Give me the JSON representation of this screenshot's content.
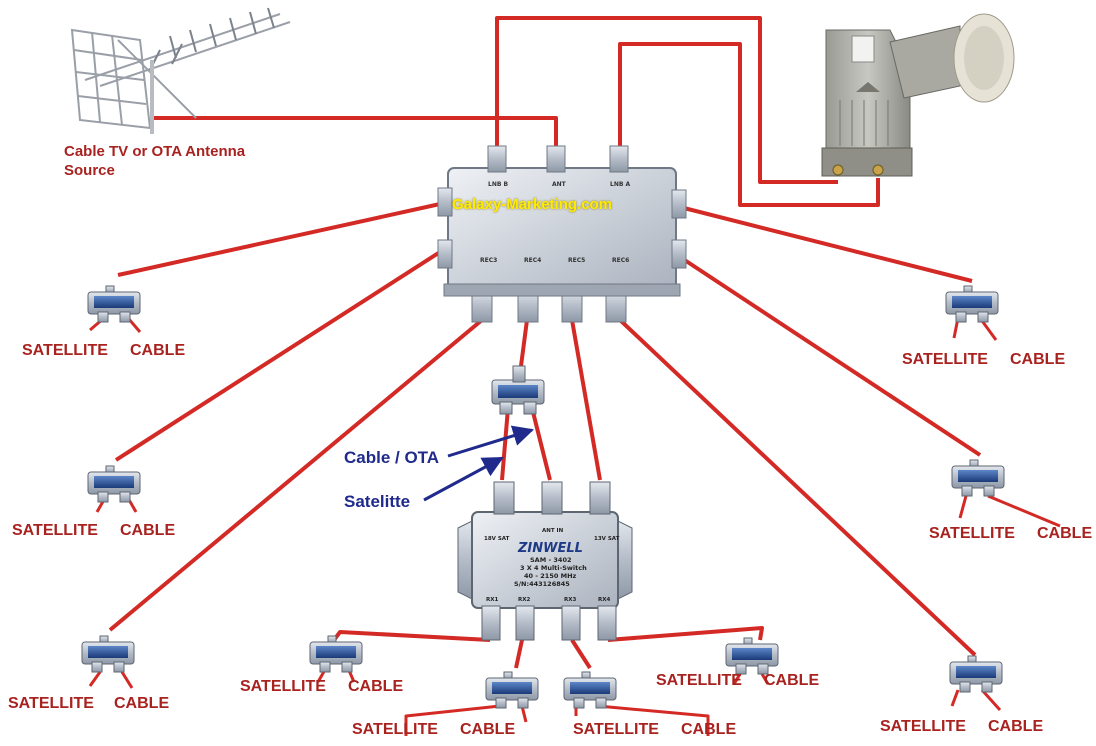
{
  "antenna": {
    "caption_line1": "Cable TV or OTA Antenna",
    "caption_line2": "Source"
  },
  "main_switch": {
    "watermark": "Galaxy-Marketing.com",
    "ports": [
      "LNB B",
      "ANT",
      "LNB A",
      "REC3",
      "REC4",
      "REC5",
      "REC6"
    ]
  },
  "secondary_switch": {
    "brand": "ZINWELL",
    "model": "SAM - 3402",
    "type": "3 X 4 Multi-Switch",
    "freq": "40 - 2150 MHz",
    "serial": "S/N:443126845",
    "top_left": "18V SAT",
    "top_mid": "ANT IN",
    "top_right": "13V SAT",
    "outs": [
      "RX1",
      "RX2",
      "RX3",
      "RX4"
    ]
  },
  "annotations": {
    "cable_ota": "Cable / OTA",
    "satellite": "Satelitte"
  },
  "splitters": [
    {
      "left": "SATELLITE",
      "right": "CABLE"
    },
    {
      "left": "SATELLITE",
      "right": "CABLE"
    },
    {
      "left": "SATELLITE",
      "right": "CABLE"
    },
    {
      "left": "SATELLITE",
      "right": "CABLE"
    },
    {
      "left": "SATELLITE",
      "right": "CABLE"
    },
    {
      "left": "SATELLITE",
      "right": "CABLE"
    },
    {
      "left": "SATELLITE",
      "right": "CABLE"
    },
    {
      "left": "SATELLITE",
      "right": "CABLE"
    },
    {
      "left": "SATELLITE",
      "right": "CABLE"
    },
    {
      "left": "SATELLITE",
      "right": "CABLE"
    }
  ],
  "colors": {
    "cable": "#d42a26",
    "label": "#a8221f",
    "annotation": "#1f2a8c"
  }
}
